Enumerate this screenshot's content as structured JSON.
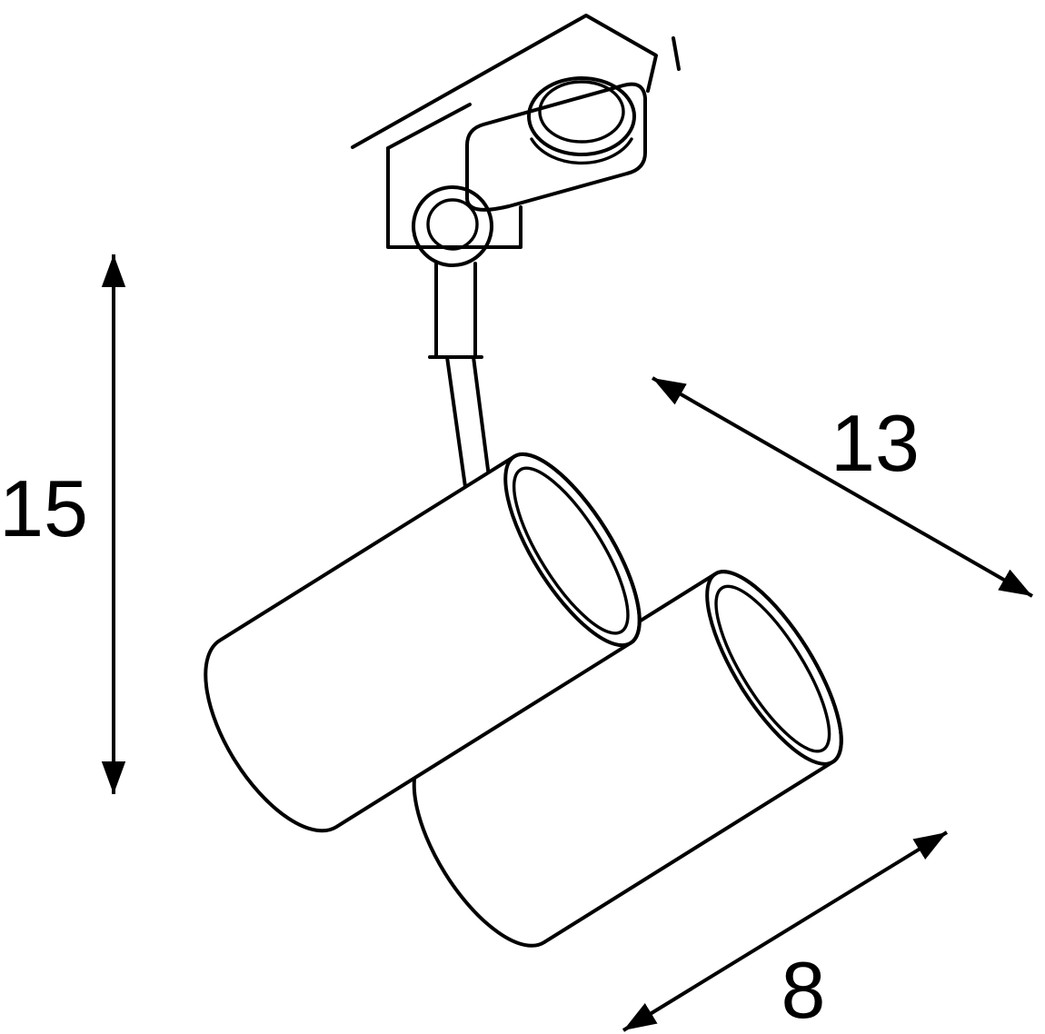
{
  "colors": {
    "line-color": "#000000",
    "bg-color": "#ffffff"
  },
  "diagram": {
    "type": "technical line drawing",
    "subject": "two-headed cylindrical spotlight mounted on a ceiling track adapter with dimension arrows",
    "dimensions": {
      "height": {
        "label": "15",
        "orientation": "vertical-left"
      },
      "length": {
        "label": "13",
        "orientation": "diagonal-upper-right"
      },
      "width": {
        "label": "8",
        "orientation": "diagonal-lower-right"
      }
    }
  }
}
